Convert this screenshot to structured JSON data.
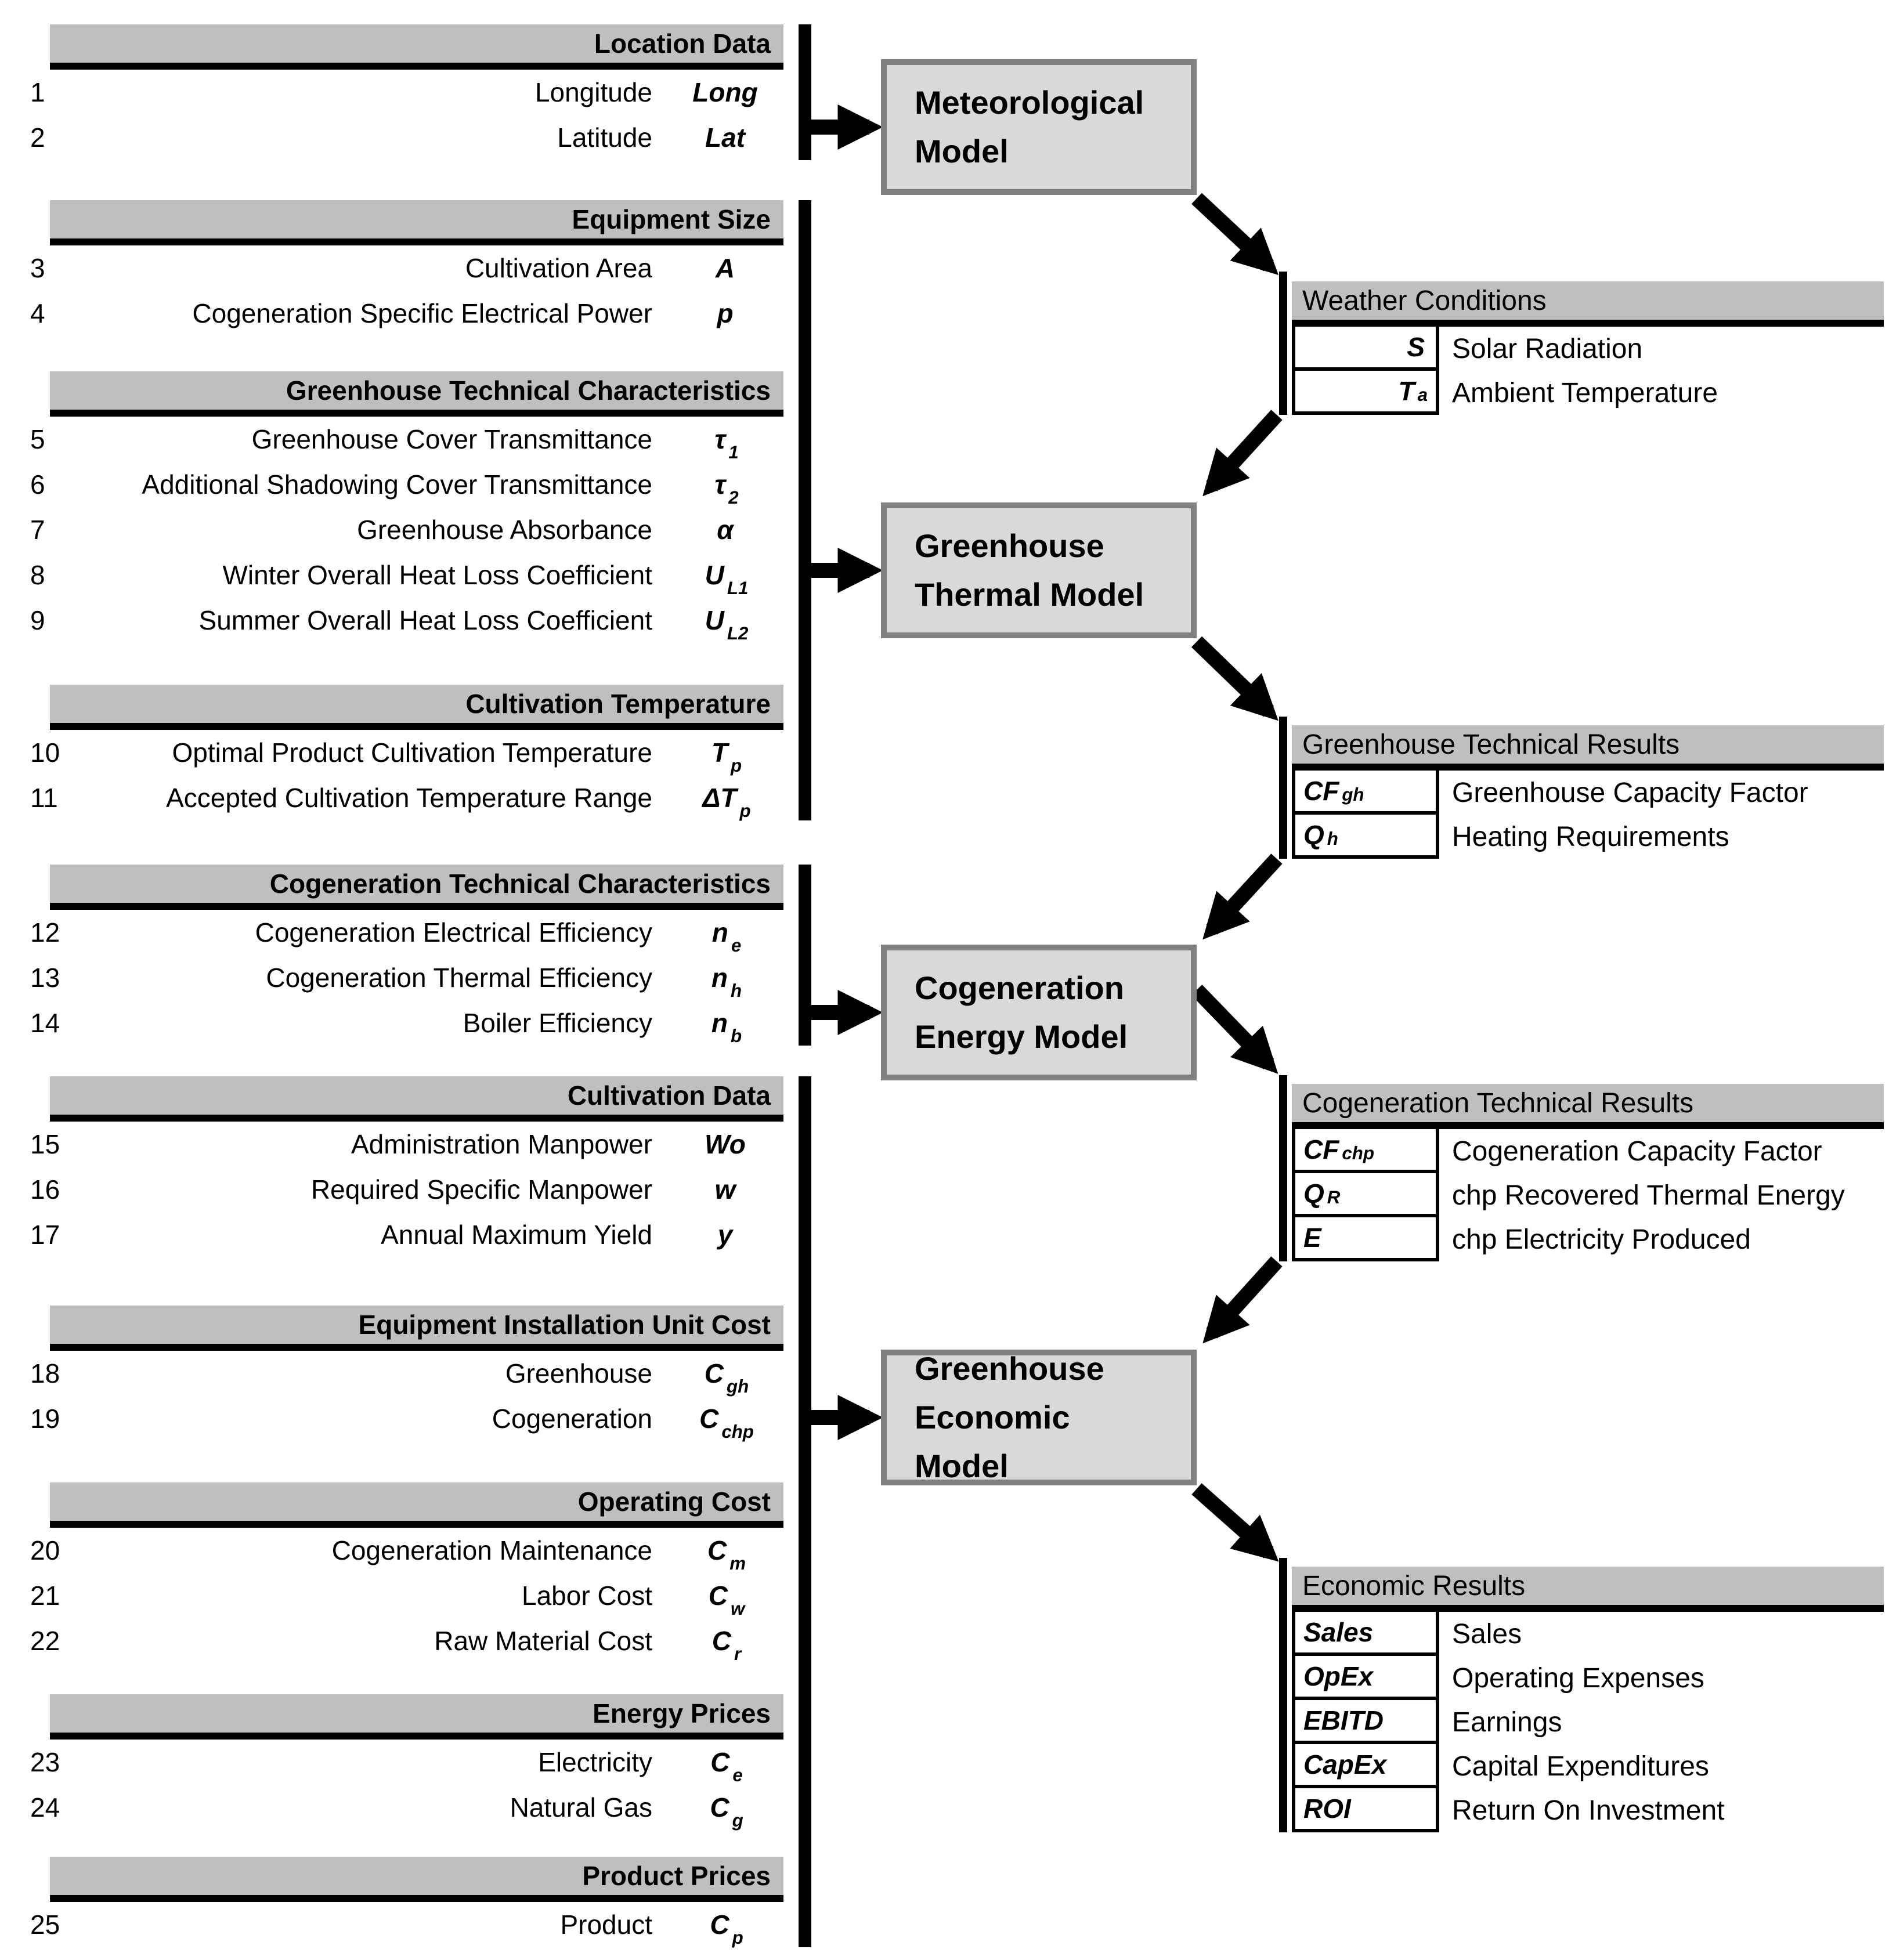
{
  "colors": {
    "header": "#bfbfbf",
    "box_fill": "#d9d9d9",
    "box_border": "#7f7f7f",
    "black": "#000000"
  },
  "input_sections": [
    {
      "title": "Location Data",
      "rows": [
        {
          "num": "1",
          "label": "Longitude",
          "sym": "Long",
          "sub": ""
        },
        {
          "num": "2",
          "label": "Latitude",
          "sym": "Lat",
          "sub": ""
        }
      ]
    },
    {
      "title": "Equipment Size",
      "rows": [
        {
          "num": "3",
          "label": "Cultivation Area",
          "sym": "A",
          "sub": ""
        },
        {
          "num": "4",
          "label": "Cogeneration Specific Electrical Power",
          "sym": "p",
          "sub": ""
        }
      ]
    },
    {
      "title": "Greenhouse Technical Characteristics",
      "rows": [
        {
          "num": "5",
          "label": "Greenhouse Cover Transmittance",
          "sym": "τ",
          "sub": "1"
        },
        {
          "num": "6",
          "label": "Additional Shadowing Cover Transmittance",
          "sym": "τ",
          "sub": "2"
        },
        {
          "num": "7",
          "label": "Greenhouse Absorbance",
          "sym": "α",
          "sub": ""
        },
        {
          "num": "8",
          "label": "Winter Overall Heat Loss Coefficient",
          "sym": "U",
          "sub": "L1"
        },
        {
          "num": "9",
          "label": "Summer Overall Heat Loss Coefficient",
          "sym": "U",
          "sub": "L2"
        }
      ]
    },
    {
      "title": "Cultivation Temperature",
      "rows": [
        {
          "num": "10",
          "label": "Optimal Product Cultivation Temperature",
          "sym": "T",
          "sub": "p"
        },
        {
          "num": "11",
          "label": "Accepted Cultivation Temperature Range",
          "sym": "ΔT",
          "sub": "p"
        }
      ]
    },
    {
      "title": "Cogeneration Technical Characteristics",
      "rows": [
        {
          "num": "12",
          "label": "Cogeneration Electrical Efficiency",
          "sym": "n",
          "sub": "e"
        },
        {
          "num": "13",
          "label": "Cogeneration Thermal Efficiency",
          "sym": "n",
          "sub": "h"
        },
        {
          "num": "14",
          "label": "Boiler Efficiency",
          "sym": "n",
          "sub": "b"
        }
      ]
    },
    {
      "title": "Cultivation Data",
      "rows": [
        {
          "num": "15",
          "label": "Administration Manpower",
          "sym": "Wo",
          "sub": ""
        },
        {
          "num": "16",
          "label": "Required Specific Manpower",
          "sym": "w",
          "sub": ""
        },
        {
          "num": "17",
          "label": "Annual Maximum Yield",
          "sym": "y",
          "sub": ""
        }
      ]
    },
    {
      "title": "Equipment Installation Unit Cost",
      "rows": [
        {
          "num": "18",
          "label": "Greenhouse",
          "sym": "C",
          "sub": "gh"
        },
        {
          "num": "19",
          "label": "Cogeneration",
          "sym": "C",
          "sub": "chp"
        }
      ]
    },
    {
      "title": "Operating Cost",
      "rows": [
        {
          "num": "20",
          "label": "Cogeneration Maintenance",
          "sym": "C",
          "sub": "m"
        },
        {
          "num": "21",
          "label": "Labor Cost",
          "sym": "C",
          "sub": "w"
        },
        {
          "num": "22",
          "label": "Raw Material Cost",
          "sym": "C",
          "sub": "r"
        }
      ]
    },
    {
      "title": "Energy Prices",
      "rows": [
        {
          "num": "23",
          "label": "Electricity",
          "sym": "C",
          "sub": "e"
        },
        {
          "num": "24",
          "label": "Natural Gas",
          "sym": "C",
          "sub": "g"
        }
      ]
    },
    {
      "title": "Product Prices",
      "rows": [
        {
          "num": "25",
          "label": "Product",
          "sym": "C",
          "sub": "p"
        }
      ]
    }
  ],
  "models": [
    {
      "label": "Meteorological Model"
    },
    {
      "label": "Greenhouse Thermal Model"
    },
    {
      "label": "Cogeneration Energy Model"
    },
    {
      "label": "Greenhouse Economic Model"
    }
  ],
  "result_sections": [
    {
      "title": "Weather Conditions",
      "rows": [
        {
          "sym": "S",
          "sub": "",
          "desc": "Solar Radiation"
        },
        {
          "sym": "T",
          "sub": "a",
          "desc": "Ambient Temperature"
        }
      ]
    },
    {
      "title": "Greenhouse Technical Results",
      "rows": [
        {
          "sym": "CF",
          "sub": "gh",
          "desc": "Greenhouse Capacity Factor"
        },
        {
          "sym": "Q",
          "sub": "h",
          "desc": "Heating Requirements"
        }
      ]
    },
    {
      "title": "Cogeneration Technical Results",
      "rows": [
        {
          "sym": "CF",
          "sub": "chp",
          "desc": "Cogeneration Capacity Factor"
        },
        {
          "sym": "Q",
          "sub": "R",
          "desc": "chp Recovered Thermal Energy"
        },
        {
          "sym": "E",
          "sub": "",
          "desc": "chp Electricity Produced"
        }
      ]
    },
    {
      "title": "Economic Results",
      "rows": [
        {
          "sym": "Sales",
          "sub": "",
          "desc": "Sales"
        },
        {
          "sym": "OpEx",
          "sub": "",
          "desc": "Operating Expenses"
        },
        {
          "sym": "EBITD",
          "sub": "",
          "desc": "Earnings"
        },
        {
          "sym": "CapEx",
          "sub": "",
          "desc": "Capital Expenditures"
        },
        {
          "sym": "ROI",
          "sub": "",
          "desc": "Return On Investment"
        }
      ]
    }
  ]
}
